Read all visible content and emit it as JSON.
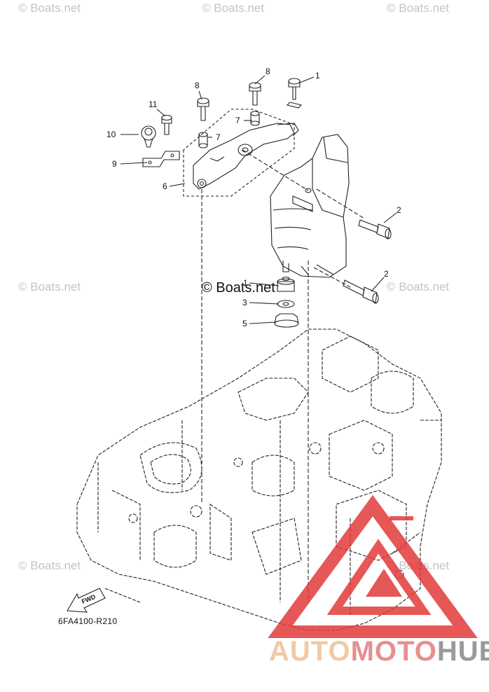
{
  "watermarks": {
    "text": "© Boats.net",
    "center_text": "© Boats.net"
  },
  "callouts": [
    {
      "id": "c1a",
      "label": "1"
    },
    {
      "id": "c8a",
      "label": "8"
    },
    {
      "id": "c8b",
      "label": "8"
    },
    {
      "id": "c11",
      "label": "11"
    },
    {
      "id": "c7a",
      "label": "7"
    },
    {
      "id": "c7b",
      "label": "7"
    },
    {
      "id": "c10",
      "label": "10"
    },
    {
      "id": "c9",
      "label": "9"
    },
    {
      "id": "c6",
      "label": "6"
    },
    {
      "id": "c2a",
      "label": "2"
    },
    {
      "id": "c2b",
      "label": "2"
    },
    {
      "id": "c1b",
      "label": "1"
    },
    {
      "id": "c3",
      "label": "3"
    },
    {
      "id": "c5",
      "label": "5"
    }
  ],
  "fwd_label": "FWD",
  "part_code": "6FA4100-R210",
  "brand": {
    "a": "AUTO",
    "m": "MOTO",
    "h": "HUB"
  },
  "colors": {
    "logo_red": "#e23a3a",
    "logo_orange": "#f0a060",
    "logo_grey": "#9a9a9a",
    "line": "#222222"
  }
}
